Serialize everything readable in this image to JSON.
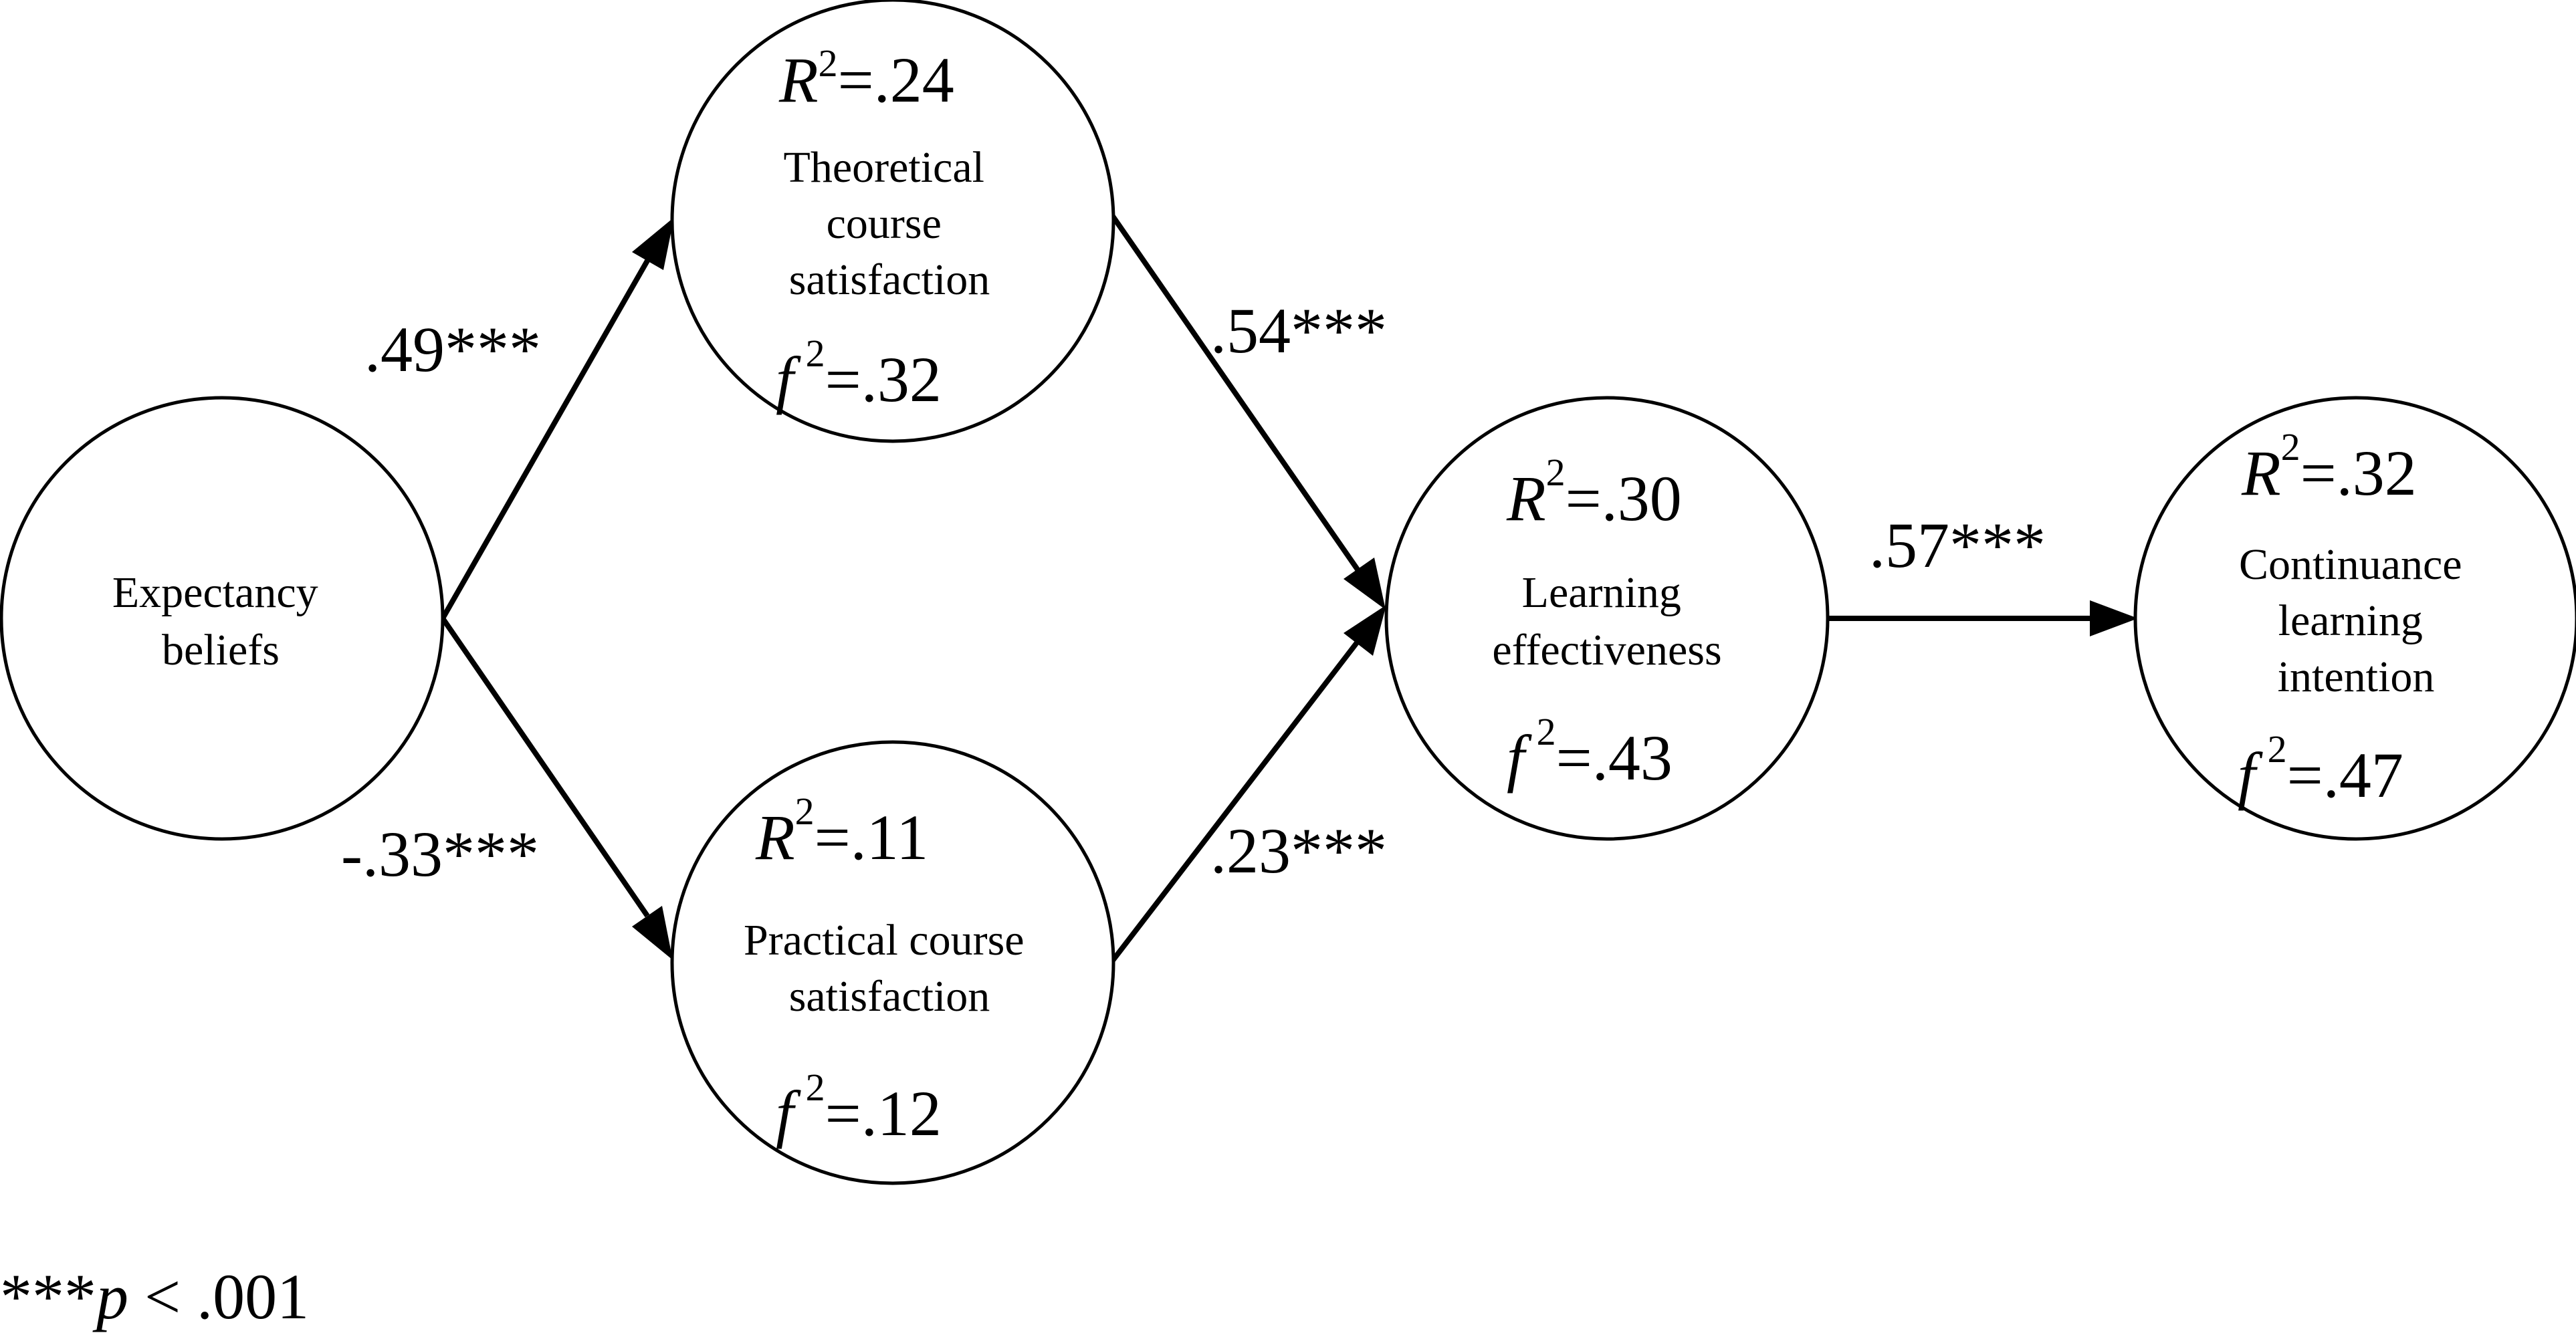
{
  "nodes": {
    "expectancy": {
      "label_lines": [
        "Expectancy",
        "beliefs"
      ]
    },
    "theoretical": {
      "label_lines": [
        "Theoretical",
        "course",
        "satisfaction"
      ],
      "r2_value": "=.24",
      "f2_value": "=.32"
    },
    "practical": {
      "label_lines": [
        "Practical course",
        "satisfaction"
      ],
      "r2_value": "=.11",
      "f2_value": "=.12"
    },
    "learning": {
      "label_lines": [
        "Learning",
        "effectiveness"
      ],
      "r2_value": "=.30",
      "f2_value": "=.43"
    },
    "continuance": {
      "label_lines": [
        "Continuance",
        "learning",
        "intention"
      ],
      "r2_value": "=.32",
      "f2_value": "=.47"
    }
  },
  "stat_symbols": {
    "r": "R",
    "f": "f",
    "sup": "2"
  },
  "paths": {
    "expectancy_to_theoretical": ".49***",
    "expectancy_to_practical": "-.33***",
    "theoretical_to_learning": ".54***",
    "practical_to_learning": ".23***",
    "learning_to_continuance": ".57***"
  },
  "footnote": {
    "stars": "***",
    "p": "p",
    "rest": " < .001"
  }
}
